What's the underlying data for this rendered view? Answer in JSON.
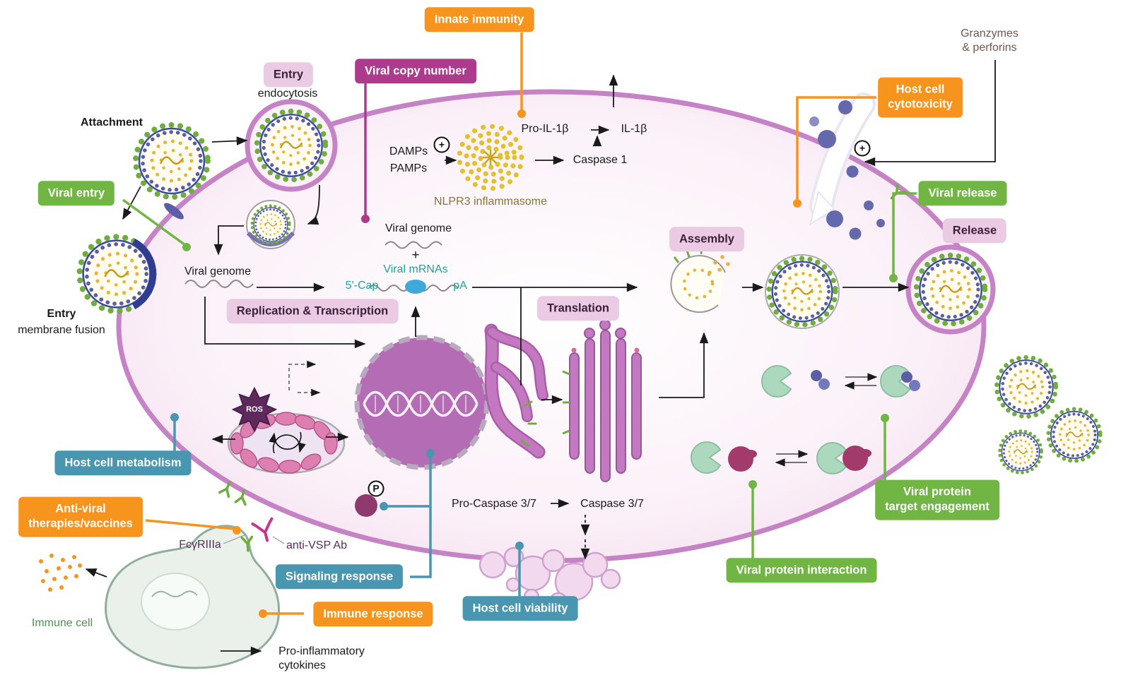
{
  "figure": {
    "type": "diagram",
    "title": "Viral life cycle with assay readouts"
  },
  "assays": {
    "innate_immunity": "Innate immunity",
    "viral_copy_number": "Viral copy number",
    "host_cell_cytotoxicity": "Host cell\ncytotoxicity",
    "viral_entry": "Viral entry",
    "viral_release": "Viral release",
    "host_cell_metabolism": "Host cell metabolism",
    "anti_viral": "Anti-viral\ntherapies/vaccines",
    "signaling_response": "Signaling response",
    "immune_response": "Immune response",
    "host_cell_viability": "Host cell viability",
    "viral_protein_interaction": "Viral protein interaction",
    "viral_protein_target": "Viral protein\ntarget engagement"
  },
  "stages": {
    "attachment": "Attachment",
    "entry_endocytosis_title": "Entry",
    "entry_endocytosis_sub": "endocytosis",
    "entry_fusion_title": "Entry",
    "entry_fusion_sub": "membrane fusion",
    "replication": "Replication & Transcription",
    "translation": "Translation",
    "assembly": "Assembly",
    "release": "Release"
  },
  "molecules": {
    "granzymes": "Granzymes\n& perforins",
    "damps": "DAMPs",
    "pamps": "PAMPs",
    "pro_il1b": "Pro-IL-1β",
    "il1b": "IL-1β",
    "caspase1": "Caspase 1",
    "nlpr3": "NLPR3 inflammasome",
    "viral_genome_left": "Viral genome",
    "viral_genome_center": "Viral genome",
    "plus": "+",
    "viral_mrnas": "Viral mRNAs",
    "cap": "5'-Cap",
    "pa": "pA",
    "ros": "ROS",
    "fcgr": "FcγRIIIa",
    "anti_vsp": "anti-VSP Ab",
    "pro_caspase37": "Pro-Caspase 3/7",
    "caspase37": "Caspase 3/7",
    "immune_cell": "Immune cell",
    "pro_inflammatory": "Pro-inflammatory\ncytokines",
    "p_symbol": "P",
    "plus_circle": "+"
  },
  "colors": {
    "orange": "#F7941D",
    "green": "#71B544",
    "teal": "#4896B0",
    "magenta": "#AD3B8D",
    "stage_pink": "#EBCBE3",
    "cell_membrane": "#C583C5",
    "nucleus": "#B46CB4",
    "inflammasome_yellow": "#E2C12C",
    "virus_capsid_blue": "#5B5EA6",
    "virus_spike_green": "#6FAE3C"
  }
}
